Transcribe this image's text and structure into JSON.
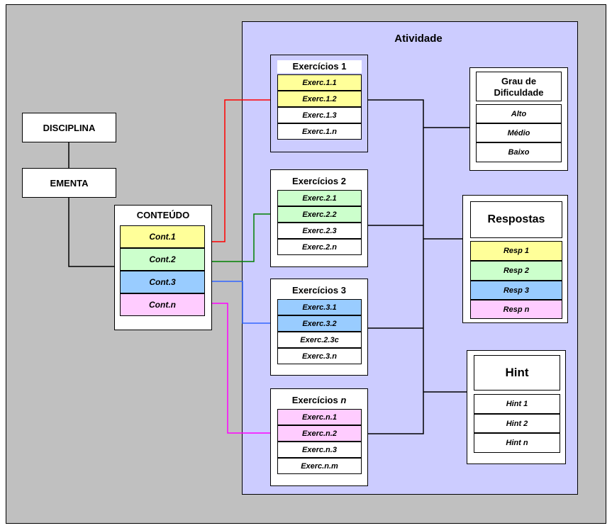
{
  "activity_title": "Atividade",
  "disciplina": "DISCIPLINA",
  "ementa": "EMENTA",
  "conteudo": {
    "title": "CONTEÚDO",
    "items": [
      "Cont.1",
      "Cont.2",
      "Cont.3",
      "Cont.n"
    ]
  },
  "exercicios": [
    {
      "title": "Exercícios 1",
      "items": [
        "Exerc.1.1",
        "Exerc.1.2",
        "Exerc.1.3",
        "Exerc.1.n"
      ]
    },
    {
      "title": "Exercícios 2",
      "items": [
        "Exerc.2.1",
        "Exerc.2.2",
        "Exerc.2.3",
        "Exerc.2.n"
      ]
    },
    {
      "title": "Exercícios 3",
      "items": [
        "Exerc.3.1",
        "Exerc.3.2",
        "Exerc.2.3c",
        "Exerc.3.n"
      ]
    },
    {
      "title_prefix": "Exercícios",
      "title_suffix": "n",
      "items": [
        "Exerc.n.1",
        "Exerc.n.2",
        "Exerc.n.3",
        "Exerc.n.m"
      ]
    }
  ],
  "grau": {
    "title_line1": "Grau de",
    "title_line2": "Dificuldade",
    "items": [
      "Alto",
      "Médio",
      "Baixo"
    ]
  },
  "respostas": {
    "title": "Respostas",
    "items": [
      "Resp 1",
      "Resp 2",
      "Resp 3",
      "Resp n"
    ]
  },
  "hint": {
    "title": "Hint",
    "items": [
      "Hint 1",
      "Hint 2",
      "Hint n"
    ]
  },
  "colors": {
    "yellow": "#ffff99",
    "green": "#ccffcc",
    "blue": "#99ccff",
    "pink": "#ffccff",
    "activity_bg": "#ccccff",
    "canvas_bg": "#c0c0c0",
    "line_red": "#ff0000",
    "line_green": "#008000",
    "line_blue": "#3366ff",
    "line_magenta": "#ff00ff"
  }
}
